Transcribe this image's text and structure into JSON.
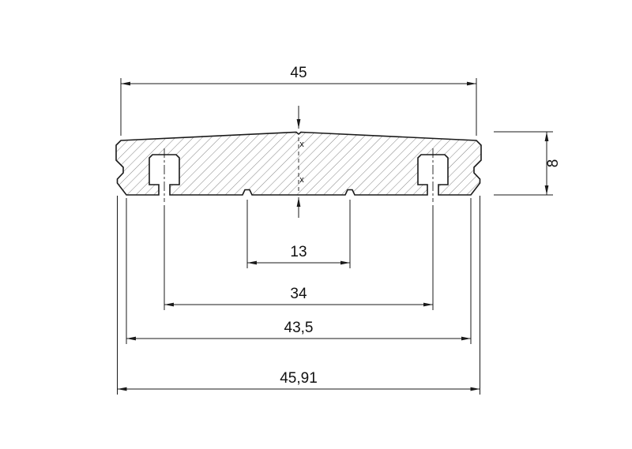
{
  "drawing": {
    "type": "technical-cross-section-profile",
    "dimensions": {
      "top_width": "45",
      "height": "8",
      "inner_notch_spacing": "13",
      "slot_center_spacing": "34",
      "base_width": "43,5",
      "overall_width": "45,91",
      "crown_upper": "x",
      "crown_lower": "x"
    },
    "colors": {
      "line": "#1a1a1a",
      "hatch": "#777777",
      "background": "#ffffff"
    }
  }
}
